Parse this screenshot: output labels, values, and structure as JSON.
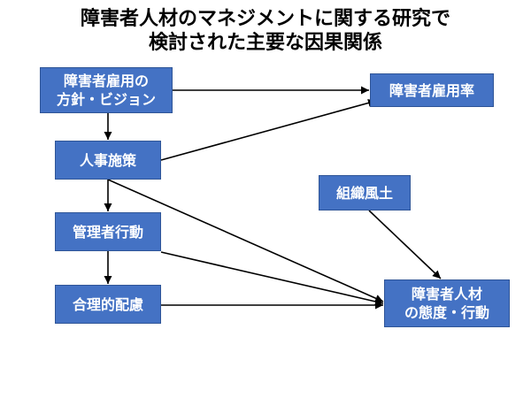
{
  "title": {
    "line1": "障害者人材のマネジメントに関する研究で",
    "line2": "検討された主要な因果関係"
  },
  "nodes": {
    "policy": {
      "line1": "障害者雇用の",
      "line2": "方針・ビジョン"
    },
    "hrm": {
      "label": "人事施策"
    },
    "manager": {
      "label": "管理者行動"
    },
    "accommodation": {
      "label": "合理的配慮"
    },
    "employment_rate": {
      "label": "障害者雇用率"
    },
    "culture": {
      "label": "組織風土"
    },
    "attitude": {
      "line1": "障害者人材",
      "line2": "の態度・行動"
    }
  },
  "edges": [
    {
      "from": "policy",
      "to": "employment_rate"
    },
    {
      "from": "policy",
      "to": "hrm"
    },
    {
      "from": "hrm",
      "to": "employment_rate"
    },
    {
      "from": "hrm",
      "to": "manager"
    },
    {
      "from": "hrm",
      "to": "attitude"
    },
    {
      "from": "manager",
      "to": "accommodation"
    },
    {
      "from": "manager",
      "to": "attitude"
    },
    {
      "from": "accommodation",
      "to": "attitude"
    },
    {
      "from": "culture",
      "to": "attitude"
    }
  ],
  "colors": {
    "node_fill": "#4472C4",
    "node_border": "#2F5597",
    "node_text": "#FFFFFF",
    "arrow": "#000000"
  }
}
